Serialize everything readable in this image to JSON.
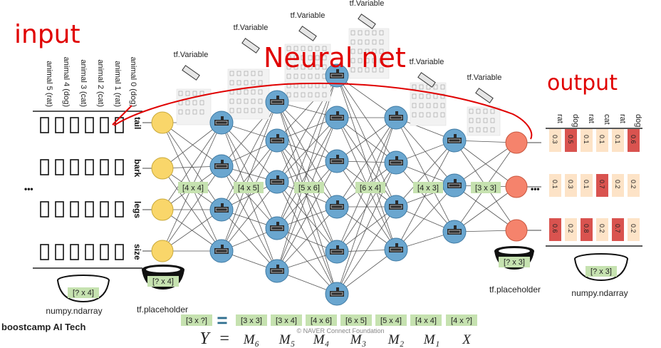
{
  "handwriting": {
    "input": "input",
    "neural_net": "Neural net",
    "output": "output"
  },
  "input_animals": [
    "animal 5 (rat)",
    "animal 4 (dog)",
    "animal 3 (cat)",
    "animal 2 (cat)",
    "animal 1 (rat)",
    "animal 0 (dog)"
  ],
  "features": [
    "tail",
    "bark",
    "legs",
    "size"
  ],
  "output_classes": [
    "rat",
    "dog",
    "rat",
    "cat",
    "rat",
    "dog"
  ],
  "ellipsis": "•••",
  "tf_variable_label": "tf.Variable",
  "layer_shapes": [
    "[4 x 4]",
    "[4 x 5]",
    "[5 x 6]",
    "[6 x 4]",
    "[4 x 3]",
    "[3 x 3]"
  ],
  "input_bowl": {
    "shape": "[? x 4]",
    "label": "numpy.ndarray"
  },
  "input_placeholder": {
    "shape": "[? x 4]",
    "label": "tf.placeholder"
  },
  "output_placeholder": {
    "shape": "[? x 3]",
    "label": "tf.placeholder"
  },
  "output_bowl": {
    "shape": "[? x 3]",
    "label": "numpy.ndarray"
  },
  "output_values": [
    [
      "0.3",
      "0.5",
      "0.1",
      "0.1",
      "0.1",
      "0.6"
    ],
    [
      "0.1",
      "0.3",
      "0.1",
      "0.7",
      "0.2",
      "0.2"
    ],
    [
      "0.6",
      "0.2",
      "0.8",
      "0.2",
      "0.7",
      "0.2"
    ]
  ],
  "equation": {
    "shapes": [
      "[3 x ?]",
      "[3 x 3]",
      "[3 x 4]",
      "[4 x 6]",
      "[6 x 5]",
      "[5 x 4]",
      "[4 x 4]",
      "[4 x ?]"
    ],
    "equals": "=",
    "math": [
      "Y",
      "=",
      "M₆",
      "M₅",
      "M₄",
      "M₃",
      "M₂",
      "M₁",
      "X"
    ]
  },
  "watermark": "© NAVER Connect Foundation",
  "logo": "boostcamp AI Tech",
  "colors": {
    "input_node": "#f9d66a",
    "hidden_node": "#6aa6cf",
    "output_node": "#f5836c",
    "shape_tag": "#c6e2b0",
    "cell_high": "#d9534f",
    "cell_low": "#fde3c7",
    "handwriting": "#e00000"
  }
}
